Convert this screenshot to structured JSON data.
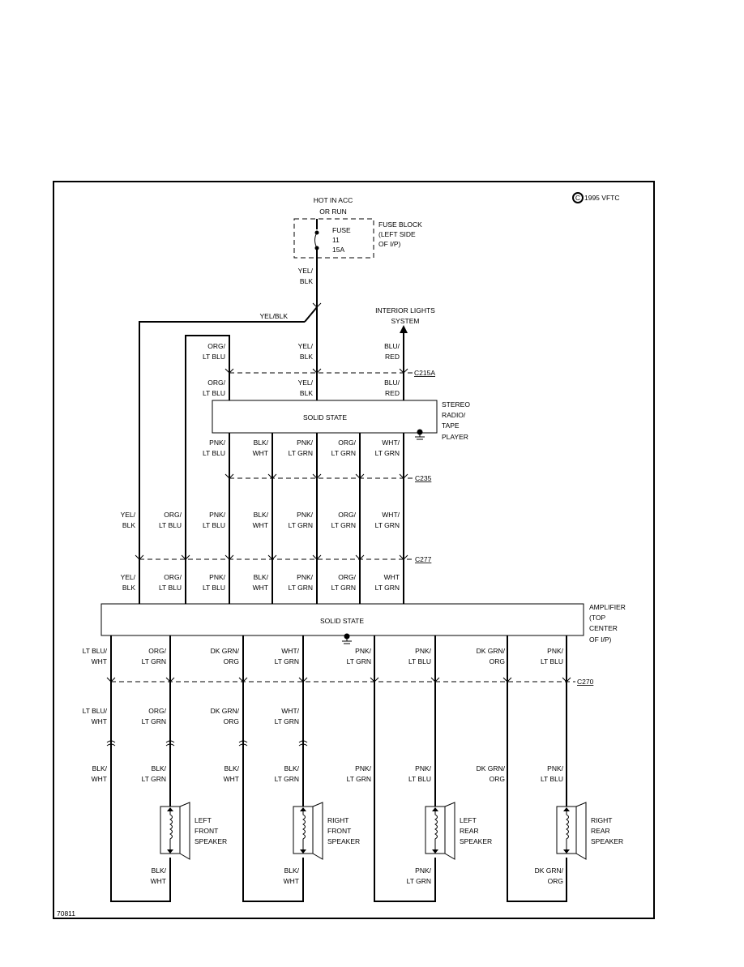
{
  "copyright": "1995 VFTC",
  "copyright_mark": "C",
  "figure_id": "70811",
  "power": {
    "line1": "HOT IN ACC",
    "line2": "OR RUN"
  },
  "fuse": {
    "l1": "FUSE",
    "l2": "11",
    "l3": "15A"
  },
  "fuse_block": {
    "l1": "FUSE BLOCK",
    "l2": "(LEFT SIDE",
    "l3": "OF I/P)"
  },
  "interior_lights": {
    "l1": "INTERIOR LIGHTS",
    "l2": "SYSTEM"
  },
  "radio": {
    "label": "SOLID STATE",
    "name1": "STEREO",
    "name2": "RADIO/",
    "name3": "TAPE",
    "name4": "PLAYER"
  },
  "amplifier": {
    "label": "SOLID STATE",
    "name1": "AMPLIFIER",
    "name2": "(TOP",
    "name3": "CENTER",
    "name4": "OF I/P)"
  },
  "connectors": {
    "c215a": "C215A",
    "c235": "C235",
    "c277": "C277",
    "c270": "C270"
  },
  "wires": {
    "yel_blk_1": "YEL/",
    "yel_blk_2": "BLK",
    "yel_blk_full": "YEL/BLK",
    "org_ltblu_1": "ORG/",
    "org_ltblu_2": "LT BLU",
    "blu_red_1": "BLU/",
    "blu_red_2": "RED",
    "pnk_ltblu_1": "PNK/",
    "pnk_ltblu_2": "LT BLU",
    "blk_wht_1": "BLK/",
    "blk_wht_2": "WHT",
    "pnk_ltgrn_1": "PNK/",
    "pnk_ltgrn_2": "LT GRN",
    "org_ltgrn_1": "ORG/",
    "org_ltgrn_2": "LT GRN",
    "wht_ltgrn_1": "WHT/",
    "wht_ltgrn_2": "LT GRN",
    "wht": "WHT",
    "ltblu_wht_1": "LT BLU/",
    "ltblu_wht_2": "WHT",
    "dkgrn_org_1": "DK GRN/",
    "dkgrn_org_2": "ORG",
    "blk_ltgrn_1": "BLK/",
    "blk_ltgrn_2": "LT GRN",
    "dkgrn_org_3": "DK GRN/",
    "dkgrn_org_4": "ORG"
  },
  "speakers": {
    "left_front": {
      "l1": "LEFT",
      "l2": "FRONT",
      "l3": "SPEAKER"
    },
    "right_front": {
      "l1": "RIGHT",
      "l2": "FRONT",
      "l3": "SPEAKER"
    },
    "left_rear": {
      "l1": "LEFT",
      "l2": "REAR",
      "l3": "SPEAKER"
    },
    "right_rear": {
      "l1": "RIGHT",
      "l2": "REAR",
      "l3": "SPEAKER"
    }
  }
}
